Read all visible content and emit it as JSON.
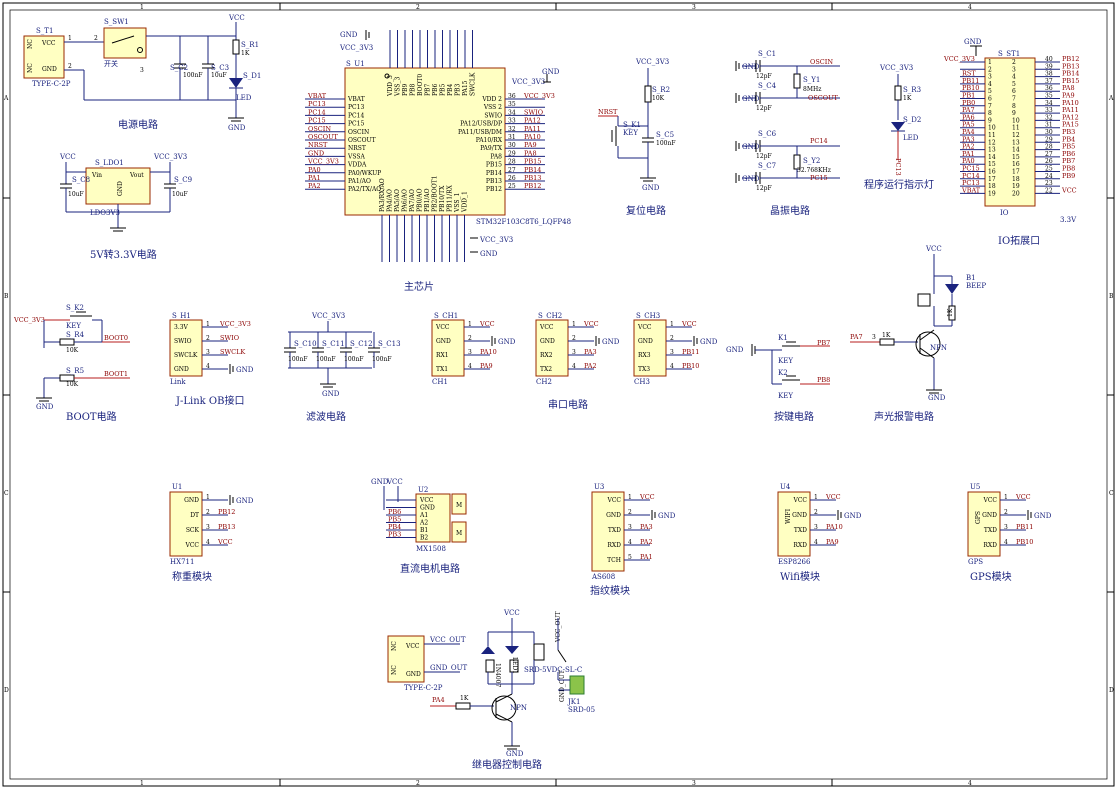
{
  "frame": {
    "cols": [
      "1",
      "2",
      "3",
      "4"
    ],
    "rows": [
      "A",
      "B",
      "C",
      "D"
    ]
  },
  "captions": {
    "power": "电源电路",
    "ldo": "5V转3.3V电路",
    "mcu": "主芯片",
    "reset": "复位电路",
    "crystal": "晶振电路",
    "led": "程序运行指示灯",
    "io": "IO拓展口",
    "boot": "BOOT电路",
    "jlink": "J-Link OB接口",
    "filter": "滤波电路",
    "serial": "串口电路",
    "keys": "按键电路",
    "alarm": "声光报警电路",
    "hx711": "称重模块",
    "motor": "直流电机电路",
    "finger": "指纹模块",
    "wifi": "Wifi模块",
    "gps": "GPS模块",
    "relay": "继电器控制电路"
  },
  "power": {
    "ref": "S_T1",
    "part": "TYPE-C-2P",
    "vcc": "VCC",
    "gnd": "GND",
    "sw_ref": "S_SW1",
    "sw_name": "开关",
    "c2": "S_C2",
    "c2v": "100nF",
    "c3": "S_C3",
    "c3v": "10uF",
    "r1": "S_R1",
    "r1v": "1K",
    "d1": "S_D1",
    "d1n": "LED",
    "net_vcc": "VCC",
    "gnd_label": "GND"
  },
  "ldo": {
    "ref": "S_LDO1",
    "part": "LDO3V3",
    "vin": "Vin",
    "vout": "Vout",
    "gnd": "GND",
    "c8": "S_C8",
    "c9": "S_C9",
    "cv": "10uF",
    "vcc": "VCC",
    "vcc33": "VCC_3V3"
  },
  "mcu": {
    "ref": "S_U1",
    "part": "STM32F103C8T6_LQFP48",
    "vcc33": "VCC_3V3",
    "gnd": "GND",
    "left_pins": [
      "VBAT",
      "PC13",
      "PC14",
      "PC15",
      "OSCIN",
      "OSCOUT",
      "NRST",
      "VSSA",
      "VDDA",
      "PA0/WKUP",
      "PA1/AO",
      "PA2/TX/AO"
    ],
    "left_nets": [
      "VBAT",
      "PC13",
      "PC14",
      "PC15",
      "OSCIN",
      "OSCOUT",
      "NRST",
      "GND",
      "VCC_3V3",
      "PA0",
      "PA1",
      "PA2"
    ],
    "right_pins": [
      "VDD 2",
      "VSS 2",
      "SWIO",
      "PA12/USB/DP",
      "PA11/USB/DM",
      "PA10/RX",
      "PA9/TX",
      "PA8",
      "PB15",
      "PB14",
      "PB13",
      "PB12"
    ],
    "right_num": [
      "36",
      "35",
      "34",
      "33",
      "32",
      "31",
      "30",
      "29",
      "28",
      "27",
      "26",
      "25"
    ],
    "right_nets": [
      "VCC_3V3",
      "",
      "SWIO",
      "PA12",
      "PA11",
      "PA10",
      "PA9",
      "PA8",
      "PB15",
      "PB14",
      "PB13",
      "PB12"
    ],
    "top_pins": [
      "VDD_3",
      "VSS_3",
      "PB9",
      "PB8",
      "BOOT0",
      "PB7",
      "PB6",
      "PB5",
      "PB4",
      "PB3",
      "PA15",
      "SWCLK"
    ],
    "bottom_pins": [
      "PA3/RX/AO",
      "PA4/AO",
      "PA5/AO",
      "PA6/AO",
      "PA7/AO",
      "PB0/AO",
      "PB1/AO",
      "PB2/BOOT1",
      "PB10/TX",
      "PB11/RX",
      "VSS_1",
      "VDD_1"
    ]
  },
  "reset": {
    "ref": "S_K1",
    "name": "KEY",
    "r2": "S_R2",
    "r2v": "10K",
    "c5": "S_C5",
    "c5v": "100nF",
    "vcc": "VCC_3V3",
    "net": "NRST"
  },
  "crystal": {
    "c1": "S_C1",
    "c4": "S_C4",
    "c6": "S_C6",
    "c7": "S_C7",
    "cv": "12pF",
    "y1": "S_Y1",
    "y1v": "8MHz",
    "y2": "S_Y2",
    "y2v": "32.768KHz",
    "n1": "OSCIN",
    "n2": "OSCOUT",
    "n3": "PC14",
    "n4": "PC15"
  },
  "led": {
    "vcc": "VCC_3V3",
    "r3": "S_R3",
    "r3v": "1K",
    "d2": "S_D2",
    "d2n": "LED",
    "net": "PC13"
  },
  "io": {
    "ref": "S_ST1",
    "part": "IO",
    "vcc33": "VCC_3V3",
    "gnd": "GND",
    "vcc": "VCC",
    "v33": "3.3V",
    "left": [
      "VCC_3V3",
      "",
      "RST",
      "PB11",
      "PB10",
      "PB1",
      "PB0",
      "PA7",
      "PA6",
      "PA5",
      "PA4",
      "PA3",
      "PA2",
      "PA1",
      "PA0",
      "PC15",
      "PC14",
      "PC13",
      "VBAT"
    ],
    "right": [
      "PB12",
      "PB13",
      "PB14",
      "PB15",
      "PA8",
      "PA9",
      "PA10",
      "PA11",
      "PA12",
      "PA15",
      "PB3",
      "PB4",
      "PB5",
      "PB6",
      "PB7",
      "PB8",
      "PB9",
      "",
      "VCC"
    ]
  },
  "boot": {
    "k2": "S_K2",
    "k2n": "KEY",
    "vcc": "VCC_3V3",
    "r4": "S_R4",
    "r4v": "10K",
    "r5": "S_R5",
    "r5v": "10K",
    "n0": "BOOT0",
    "n1": "BOOT1",
    "gnd": "GND"
  },
  "jlink": {
    "ref": "S_H1",
    "part": "Link",
    "pins": [
      "3.3V",
      "SWIO",
      "SWCLK",
      "GND"
    ],
    "nets": [
      "VCC_3V3",
      "SWIO",
      "SWCLK",
      "GND"
    ]
  },
  "filter": {
    "vcc": "VCC_3V3",
    "caps": [
      "S_C10",
      "S_C11",
      "S_C12",
      "S_C13"
    ],
    "cv": "100nF",
    "gnd": "GND"
  },
  "serial": [
    {
      "ref": "S_CH1",
      "part": "CH1",
      "pins": [
        "VCC",
        "GND",
        "RX1",
        "TX1"
      ],
      "nets": [
        "VCC",
        "GND",
        "PA10",
        "PA9"
      ]
    },
    {
      "ref": "S_CH2",
      "part": "CH2",
      "pins": [
        "VCC",
        "GND",
        "RX2",
        "TX2"
      ],
      "nets": [
        "VCC",
        "GND",
        "PA3",
        "PA2"
      ]
    },
    {
      "ref": "S_CH3",
      "part": "CH3",
      "pins": [
        "VCC",
        "GND",
        "RX3",
        "TX3"
      ],
      "nets": [
        "VCC",
        "GND",
        "PB11",
        "PB10"
      ]
    }
  ],
  "keys": {
    "k1": "K1",
    "k2": "K2",
    "kn": "KEY",
    "n1": "PB7",
    "n2": "PB8",
    "gnd": "GND"
  },
  "alarm": {
    "b1": "B1",
    "b1n": "BEEP",
    "vcc": "VCC",
    "net": "PA7",
    "r": "1K",
    "q": "NPN",
    "lr": "1K",
    "gnd": "GND"
  },
  "hx711": {
    "ref": "U1",
    "part": "HX711",
    "pins": [
      "GND",
      "DT",
      "SCK",
      "VCC"
    ],
    "nets": [
      "GND",
      "PB12",
      "PB13",
      "VCC"
    ]
  },
  "motor": {
    "ref": "U2",
    "part": "MX1508",
    "gnd": "GND",
    "vcc": "VCC",
    "pins": [
      "VCC",
      "GND",
      "A1",
      "A2",
      "B1",
      "B2"
    ],
    "nets": [
      "PB6",
      "PB5",
      "PB4",
      "PB3"
    ],
    "m1": "M",
    "m2": "M"
  },
  "finger": {
    "ref": "U3",
    "part": "AS608",
    "pins": [
      "VCC",
      "GND",
      "TXD",
      "RXD",
      "TCH"
    ],
    "nets": [
      "VCC",
      "GND",
      "PA3",
      "PA2",
      "PA1"
    ]
  },
  "wifi": {
    "ref": "U4",
    "part": "ESP8266",
    "label": "WIFI",
    "pins": [
      "VCC",
      "GND",
      "TXD",
      "RXD"
    ],
    "nets": [
      "VCC",
      "GND",
      "PA10",
      "PA9"
    ]
  },
  "gps": {
    "ref": "U5",
    "part": "GPS",
    "label": "GPS",
    "pins": [
      "VCC",
      "GND",
      "TXD",
      "RXD"
    ],
    "nets": [
      "VCC",
      "GND",
      "PB11",
      "PB10"
    ]
  },
  "relay": {
    "part": "TYPE-C-2P",
    "vcc_out": "VCC_OUT",
    "gnd_out": "GND_OUT",
    "vcc": "VCC",
    "net": "PA4",
    "r": "1K",
    "q": "NPN",
    "rly": "SRD-5VDC-SL-C",
    "jk": "JK1",
    "jkn": "SRD-05",
    "gnd": "GND",
    "led": "LED1",
    "diode": "1N4007"
  }
}
